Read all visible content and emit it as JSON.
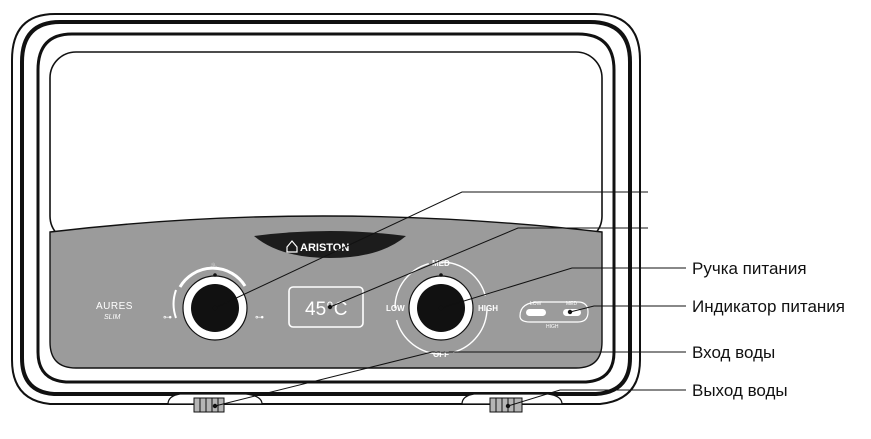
{
  "brand": {
    "logo_text": "ARISTON",
    "model": "AURES",
    "submodel": "SLIM"
  },
  "display": {
    "temperature": "45°C"
  },
  "power_knob": {
    "top": "MED",
    "left": "LOW",
    "right": "HIGH",
    "bottom": "OFF"
  },
  "indicator": {
    "low": "LOW",
    "med": "MED",
    "high": "HIGH"
  },
  "callouts": [
    {
      "label": "Ручка питания"
    },
    {
      "label": "Индикатор питания"
    },
    {
      "label": "Вход воды"
    },
    {
      "label": "Выход воды"
    }
  ],
  "colors": {
    "panel": "#9b9b9b",
    "body_outline": "#111111",
    "logo_band": "#1c1c1c"
  }
}
